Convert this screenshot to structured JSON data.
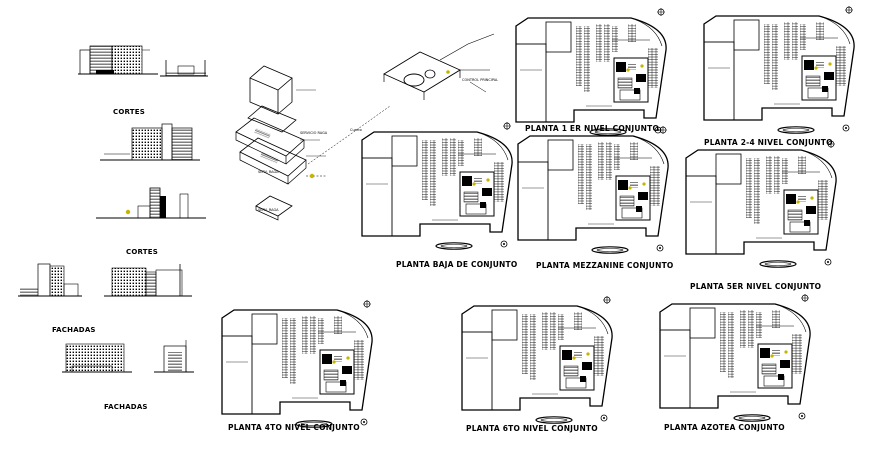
{
  "sheet": {
    "section_labels": {
      "cortes_1": "CORTES",
      "cortes_2": "CORTES",
      "fachadas_1": "FACHADAS",
      "fachadas_2": "FACHADAS"
    },
    "plan_labels": {
      "planta_1er": "PLANTA 1 ER NIVEL CONJUNTO",
      "planta_2_4": "PLANTA 2-4 NIVEL CONJUNTO",
      "planta_baja": "PLANTA BAJA DE CONJUNTO",
      "planta_mezzanine": "PLANTA MEZZANINE CONJUNTO",
      "planta_5to": "PLANTA 5ER NIVEL CONJUNTO",
      "planta_4to": "PLANTA 4TO NIVEL CONJUNTO",
      "planta_6to": "PLANTA 6TO NIVEL CONJUNTO",
      "planta_azotea": "PLANTA AZOTEA CONJUNTO"
    },
    "iso_labels": {
      "l1": "SERVICIO RAGA",
      "l2": "SERV. RAGA",
      "l3": "SERV. RAGA",
      "l4": "Cuarto",
      "l5": "CONTROL PRINCIPAL"
    },
    "colors": {
      "ink": "#000000",
      "paper": "#ffffff",
      "accent": "#c8b400"
    }
  }
}
